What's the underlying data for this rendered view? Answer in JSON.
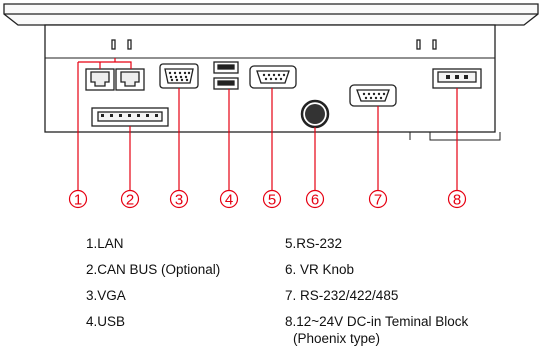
{
  "colors": {
    "accent_red": "#e60012",
    "outline": "#222222",
    "panel_gray": "#f2f2f2"
  },
  "callouts": [
    {
      "number": "1"
    },
    {
      "number": "2"
    },
    {
      "number": "3"
    },
    {
      "number": "4"
    },
    {
      "number": "5"
    },
    {
      "number": "6"
    },
    {
      "number": "7"
    },
    {
      "number": "8"
    }
  ],
  "legend": {
    "item1": "1.LAN",
    "item2": "2.CAN BUS (Optional)",
    "item3": "3.VGA",
    "item4": "4.USB",
    "item5": "5.RS-232",
    "item6": "6. VR Knob",
    "item7": "7. RS-232/422/485",
    "item8_line1": "8.12~24V DC-in Teminal Block",
    "item8_line2": "(Phoenix type)"
  }
}
